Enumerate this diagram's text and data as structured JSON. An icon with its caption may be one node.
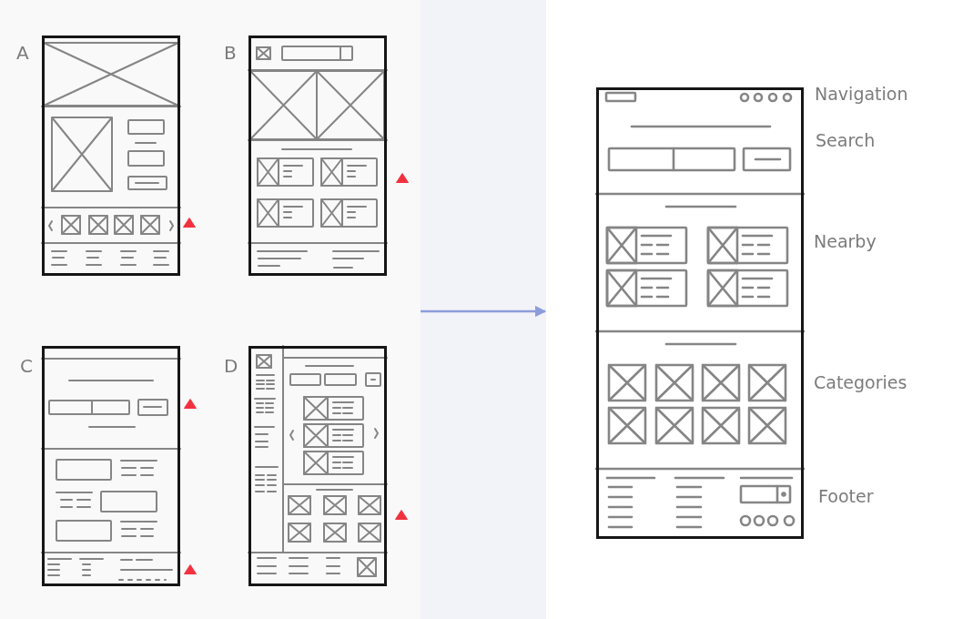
{
  "diagram": {
    "nodes": [
      {
        "text": [],
        "shape": "box"
      },
      {
        "text": [
          "A"
        ],
        "in": 0
      },
      {
        "text": [
          "B"
        ],
        "in": 0
      },
      {
        "text": [
          "C"
        ],
        "in": 0
      },
      {
        "text": [
          "D"
        ],
        "in": 0
      },
      {
        "text": [],
        "shape": "box"
      },
      {
        "text": [],
        "shape": "box",
        "in": 5,
        "beside": [
          "Navigation",
          "Search",
          "Nearby",
          "Categories",
          "Footer"
        ]
      }
    ],
    "edges": [
      {
        "from": 0,
        "to": 5,
        "arrow": "to",
        "color": "#8d9cdb"
      }
    ]
  }
}
